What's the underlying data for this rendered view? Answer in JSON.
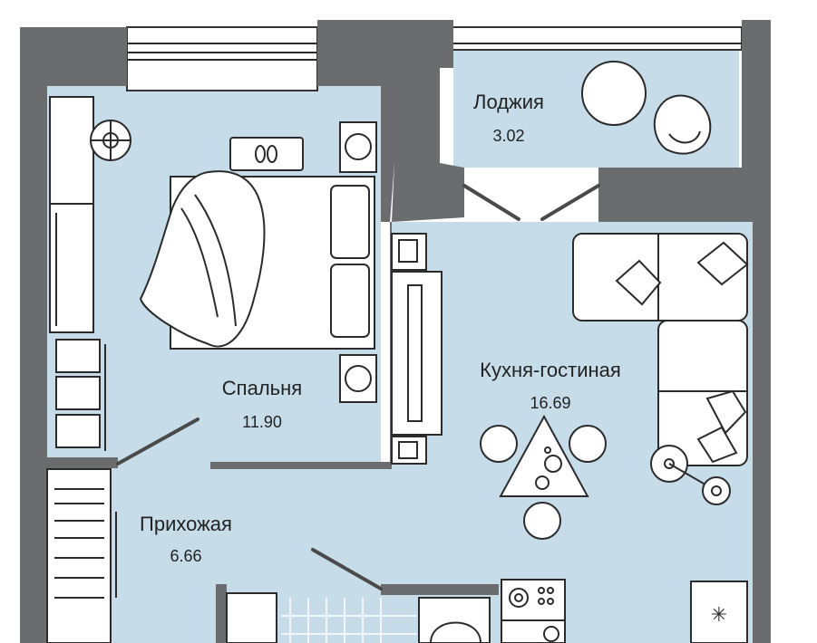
{
  "rooms": {
    "loggia": {
      "name": "Лоджия",
      "area": "3.02"
    },
    "bedroom": {
      "name": "Спальня",
      "area": "11.90"
    },
    "living": {
      "name": "Кухня-гостиная",
      "area": "16.69"
    },
    "hallway": {
      "name": "Прихожая",
      "area": "6.66"
    }
  },
  "colors": {
    "wall": "#6b6c6e",
    "floor": "#c6dde9",
    "furniture": "#ffffff",
    "outline": "#2b2b2b"
  },
  "icons": [
    "bed-icon",
    "sofa-icon",
    "armchair-icon",
    "dining-table-icon",
    "stove-icon",
    "radiator-icon",
    "wardrobe-icon",
    "floor-lamp-icon",
    "plant-icon",
    "slippers-icon"
  ]
}
